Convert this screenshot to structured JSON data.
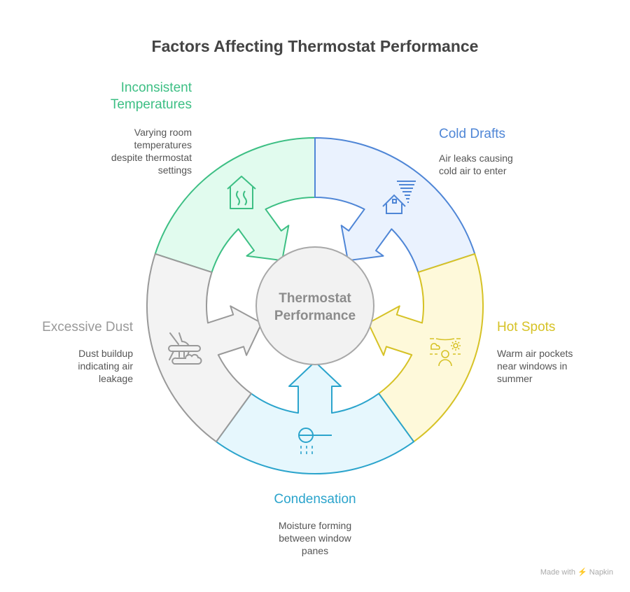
{
  "title": "Factors Affecting Thermostat Performance",
  "center": {
    "line1": "Thermostat",
    "line2": "Performance"
  },
  "factors": [
    {
      "title_line1": "Inconsistent",
      "title_line2": "Temperatures",
      "description": [
        "Varying room",
        "temperatures",
        "despite thermostat",
        "settings"
      ],
      "icon": "house-heat-icon",
      "color": "#3dbf84",
      "fill": "#e1fbee"
    },
    {
      "title": "Cold Drafts",
      "description": [
        "Air leaks causing",
        "cold air to enter"
      ],
      "icon": "house-wind-icon",
      "color": "#4f86d6",
      "fill": "#eaf2fe"
    },
    {
      "title": "Hot Spots",
      "description": [
        "Warm air pockets",
        "near windows in",
        "summer"
      ],
      "icon": "sun-person-icon",
      "color": "#d6c226",
      "fill": "#fef9da"
    },
    {
      "title": "Condensation",
      "description": [
        "Moisture forming",
        "between window",
        "panes"
      ],
      "icon": "cloud-rain-icon",
      "color": "#2ba4cc",
      "fill": "#e6f7fd"
    },
    {
      "title": "Excessive Dust",
      "description": [
        "Dust buildup",
        "indicating air",
        "leakage"
      ],
      "icon": "dust-icon",
      "color": "#999999",
      "fill": "#f3f3f3"
    }
  ],
  "footer": "Made with ⚡ Napkin"
}
